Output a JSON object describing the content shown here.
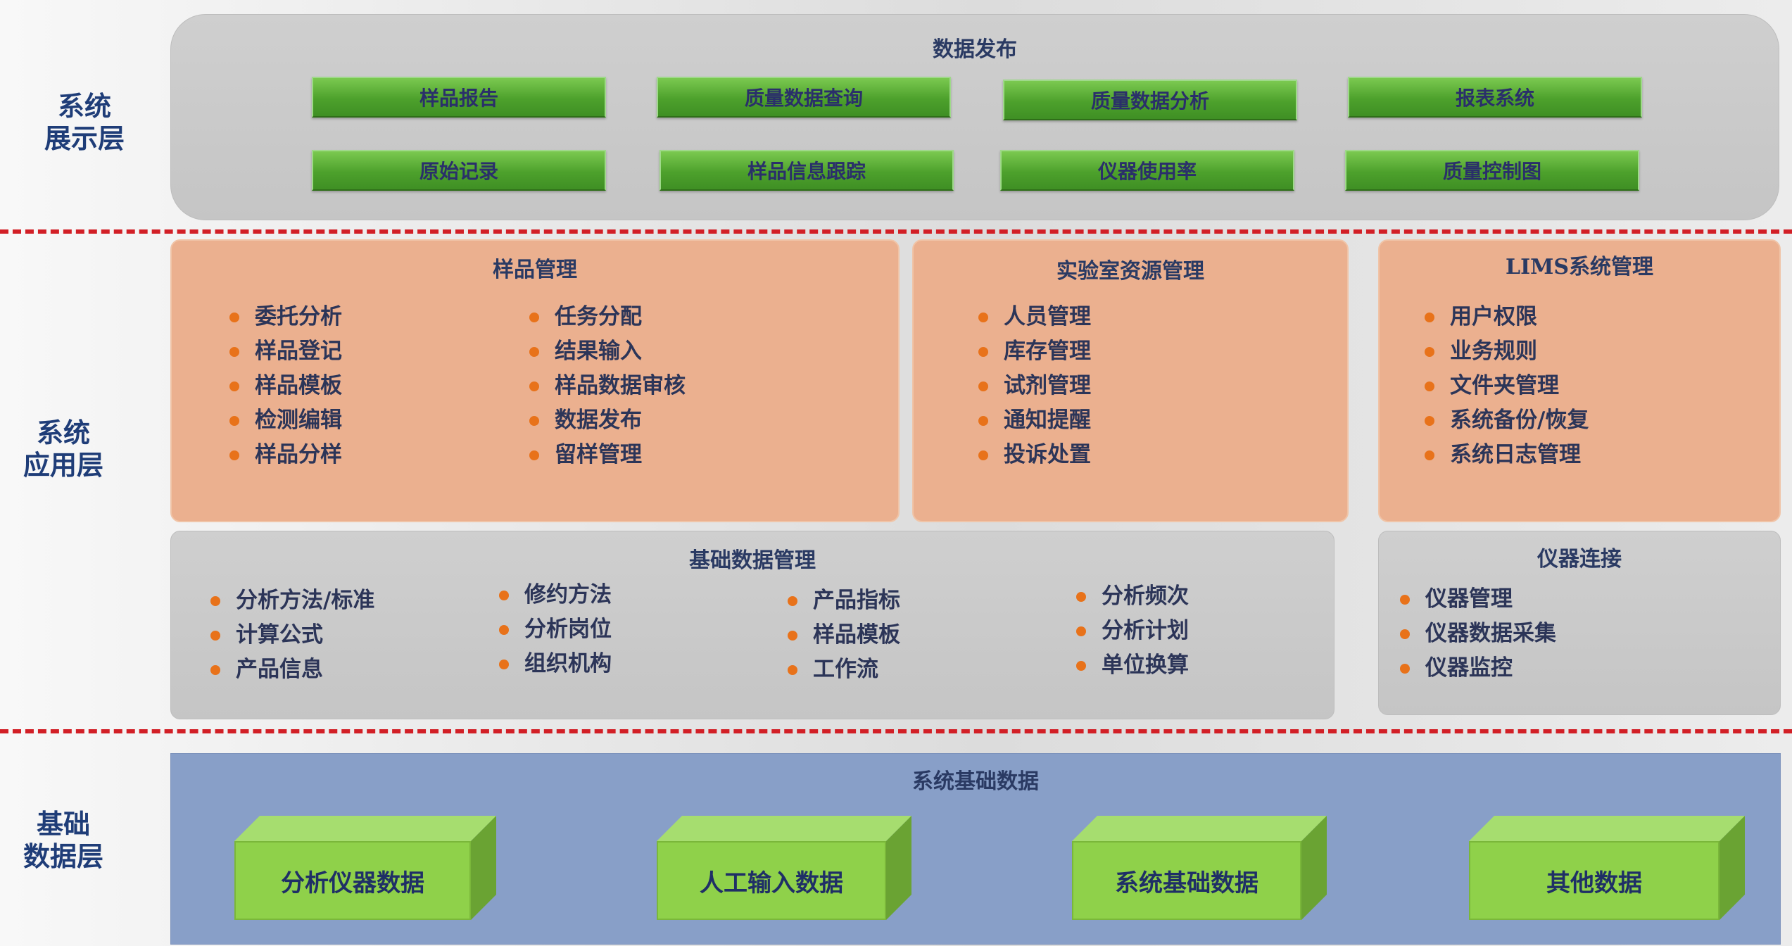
{
  "layers": {
    "display": [
      "系统",
      "展示层"
    ],
    "application": [
      "系统",
      "应用层"
    ],
    "data": [
      "基础",
      "数据层"
    ]
  },
  "publish": {
    "title": "数据发布",
    "buttons": [
      "样品报告",
      "质量数据查询",
      "质量数据分析",
      "报表系统",
      "原始记录",
      "样品信息跟踪",
      "仪器使用率",
      "质量控制图"
    ]
  },
  "sample_mgmt": {
    "title": "样品管理",
    "col1": [
      "委托分析",
      "样品登记",
      "样品模板",
      "检测编辑",
      "样品分样"
    ],
    "col2": [
      "任务分配",
      "结果输入",
      "样品数据审核",
      "数据发布",
      "留样管理"
    ]
  },
  "lab_resource": {
    "title": "实验室资源管理",
    "items": [
      "人员管理",
      "库存管理",
      "试剂管理",
      "通知提醒",
      "投诉处置"
    ]
  },
  "lims_mgmt": {
    "title": "LIMS系统管理",
    "items": [
      "用户权限",
      "业务规则",
      "文件夹管理",
      "系统备份/恢复",
      "系统日志管理"
    ]
  },
  "base_data_mgmt": {
    "title": "基础数据管理",
    "col1": [
      "分析方法/标准",
      "计算公式",
      "产品信息"
    ],
    "col2": [
      "修约方法",
      "分析岗位",
      "组织机构"
    ],
    "col3": [
      "产品指标",
      "样品模板",
      "工作流"
    ],
    "col4": [
      "分析频次",
      "分析计划",
      "单位换算"
    ]
  },
  "instrument": {
    "title": "仪器连接",
    "items": [
      "仪器管理",
      "仪器数据采集",
      "仪器监控"
    ]
  },
  "system_base": {
    "title": "系统基础数据",
    "cubes": [
      "分析仪器数据",
      "人工输入数据",
      "系统基础数据",
      "其他数据"
    ]
  },
  "colors": {
    "divider": "#d21f26",
    "bullet": "#e8721a",
    "green_button": "#4da12c",
    "orange_panel": "#ebb08f",
    "blue_panel": "#889fc8",
    "cube": "#8fd14a"
  }
}
